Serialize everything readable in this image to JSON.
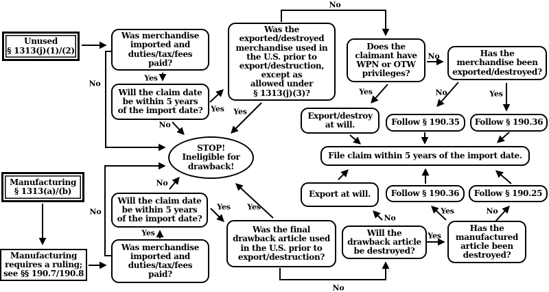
{
  "diagram": {
    "title": "Drawback eligibility flowchart",
    "colors": {
      "ink": "#000000",
      "background": "#ffffff"
    }
  },
  "nodes": {
    "unused_header": {
      "text": "Unused\n§ 1313(j)(1)/(2)"
    },
    "mfg_header": {
      "text": "Manufacturing\n§ 1313(a)/(b)"
    },
    "mfg_ruling": {
      "text": "Manufacturing\nrequires a ruling;\nsee §§ 190.7/190.8"
    },
    "q_imported_top": {
      "text": "Was merchandise\nimported and\nduties/tax/fees\npaid?"
    },
    "q_claimdate_top": {
      "text": "Will the claim date\nbe within 5 years\nof the import date?"
    },
    "q_used_top": {
      "text": "Was the\nexported/destroyed\nmerchandise used in\nthe U.S. prior to\nexport/destruction,\nexcept as\nallowed under\n§ 1313(j)(3)?"
    },
    "stop": {
      "text": "STOP!\nIneligible for\ndrawback!"
    },
    "q_wpn": {
      "text": "Does the\nclaimant have\nWPN or OTW\nprivileges?"
    },
    "q_exported": {
      "text": "Has the\nmerchandise been\nexported/destroyed?"
    },
    "export_destroy_will": {
      "text": "Export/destroy\nat will."
    },
    "follow_190_35": {
      "text": "Follow § 190.35"
    },
    "follow_190_36_top": {
      "text": "Follow § 190.36"
    },
    "file_claim": {
      "text": "File claim within 5 years of the import date."
    },
    "export_at_will": {
      "text": "Export at will."
    },
    "follow_190_36_bottom": {
      "text": "Follow § 190.36"
    },
    "follow_190_25": {
      "text": "Follow § 190.25"
    },
    "q_claimdate_bottom": {
      "text": "Will the claim date\nbe within 5 years\nof the import date?"
    },
    "q_imported_bottom": {
      "text": "Was merchandise\nimported and\nduties/tax/fees\npaid?"
    },
    "q_final_article": {
      "text": "Was the final\ndrawback article used\nin the U.S. prior to\nexport/destruction?"
    },
    "q_drawback_destroyed": {
      "text": "Will the\ndrawback article\nbe destroyed?"
    },
    "q_mfg_destroyed": {
      "text": "Has the\nmanufactured\narticle been\ndestroyed?"
    }
  },
  "edges": {
    "start_unused": {
      "from": "unused_header",
      "to": "q_imported_top",
      "label": ""
    },
    "imported_top_yes": {
      "from": "q_imported_top",
      "to": "q_claimdate_top",
      "label": "Yes"
    },
    "imported_top_no": {
      "from": "q_imported_top",
      "to": "stop",
      "label": "No"
    },
    "claimdate_top_yes": {
      "from": "q_claimdate_top",
      "to": "q_used_top",
      "label": "Yes"
    },
    "claimdate_top_no": {
      "from": "q_claimdate_top",
      "to": "stop",
      "label": "No"
    },
    "used_top_yes": {
      "from": "q_used_top",
      "to": "stop",
      "label": "Yes"
    },
    "used_top_no": {
      "from": "q_used_top",
      "to": "q_wpn",
      "label": "No"
    },
    "wpn_yes": {
      "from": "q_wpn",
      "to": "export_destroy_will",
      "label": "Yes"
    },
    "wpn_no": {
      "from": "q_wpn",
      "to": "q_exported",
      "label": "No"
    },
    "exported_no": {
      "from": "q_exported",
      "to": "follow_190_35",
      "label": "No"
    },
    "exported_yes": {
      "from": "q_exported",
      "to": "follow_190_36_top",
      "label": "Yes"
    },
    "export_destroy_file": {
      "from": "export_destroy_will",
      "to": "file_claim",
      "label": ""
    },
    "follow_35_file": {
      "from": "follow_190_35",
      "to": "file_claim",
      "label": ""
    },
    "follow_36_top_file": {
      "from": "follow_190_36_top",
      "to": "file_claim",
      "label": ""
    },
    "export_at_will_file": {
      "from": "export_at_will",
      "to": "file_claim",
      "label": ""
    },
    "follow_36_bottom_file": {
      "from": "follow_190_36_bottom",
      "to": "file_claim",
      "label": ""
    },
    "follow_25_file": {
      "from": "follow_190_25",
      "to": "file_claim",
      "label": ""
    },
    "start_mfg": {
      "from": "mfg_header",
      "to": "mfg_ruling",
      "label": ""
    },
    "ruling_next": {
      "from": "mfg_ruling",
      "to": "q_imported_bottom",
      "label": ""
    },
    "imported_bottom_yes": {
      "from": "q_imported_bottom",
      "to": "q_claimdate_bottom",
      "label": "Yes"
    },
    "imported_bottom_no": {
      "from": "q_imported_bottom",
      "to": "stop",
      "label": "No"
    },
    "claimdate_bottom_no": {
      "from": "q_claimdate_bottom",
      "to": "stop",
      "label": "No"
    },
    "claimdate_bottom_yes": {
      "from": "q_claimdate_bottom",
      "to": "q_final_article",
      "label": "Yes"
    },
    "final_article_yes": {
      "from": "q_final_article",
      "to": "stop",
      "label": "Yes"
    },
    "final_article_no": {
      "from": "q_final_article",
      "to": "q_drawback_destroyed",
      "label": "No"
    },
    "drawback_destroyed_no": {
      "from": "q_drawback_destroyed",
      "to": "export_at_will",
      "label": "No"
    },
    "drawback_destroyed_yes": {
      "from": "q_drawback_destroyed",
      "to": "q_mfg_destroyed",
      "label": "Yes"
    },
    "mfg_destroyed_yes": {
      "from": "q_mfg_destroyed",
      "to": "follow_190_36_bottom",
      "label": "Yes"
    },
    "mfg_destroyed_no": {
      "from": "q_mfg_destroyed",
      "to": "follow_190_25",
      "label": "No"
    }
  }
}
